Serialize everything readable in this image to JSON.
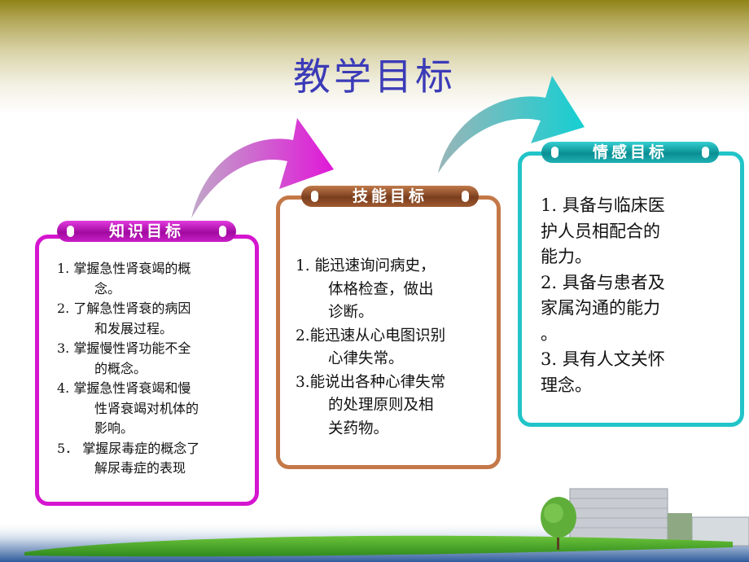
{
  "slide": {
    "title": "教学目标",
    "colors": {
      "title": "#3b3bb8",
      "knowledge": "#d515cf",
      "skill": "#c47848",
      "affect": "#21c4c8",
      "header_band": "#8f8318"
    }
  },
  "panels": {
    "knowledge": {
      "header": "知识目标",
      "items": [
        {
          "first": "1. 掌握急性肾衰竭的概",
          "rest": "念。"
        },
        {
          "first": "2. 了解急性肾衰的病因",
          "rest": "和发展过程。"
        },
        {
          "first": "3. 掌握慢性肾功能不全",
          "rest": "的概念。"
        },
        {
          "first": "4. 掌握急性肾衰竭和慢",
          "rest": "性肾衰竭对机体的",
          "rest2": "影响。"
        },
        {
          "first": "5．  掌握尿毒症的概念了",
          "rest": "解尿毒症的表现"
        }
      ]
    },
    "skill": {
      "header": "技能目标",
      "items": [
        {
          "first": "1. 能迅速询问病史，",
          "rest": "体格检查，做出",
          "rest2": "诊断。"
        },
        {
          "first": "2.能迅速从心电图识别",
          "rest": "心律失常。"
        },
        {
          "first": "3.能说出各种心律失常",
          "rest": "的处理原则及相",
          "rest2": "关药物。"
        }
      ]
    },
    "affect": {
      "header": "情感目标",
      "lines": [
        "1. 具备与临床医",
        "护人员相配合的",
        "能力。",
        "2. 具备与患者及",
        "家属沟通的能力",
        "。",
        "3. 具有人文关怀",
        "理念。"
      ]
    }
  }
}
